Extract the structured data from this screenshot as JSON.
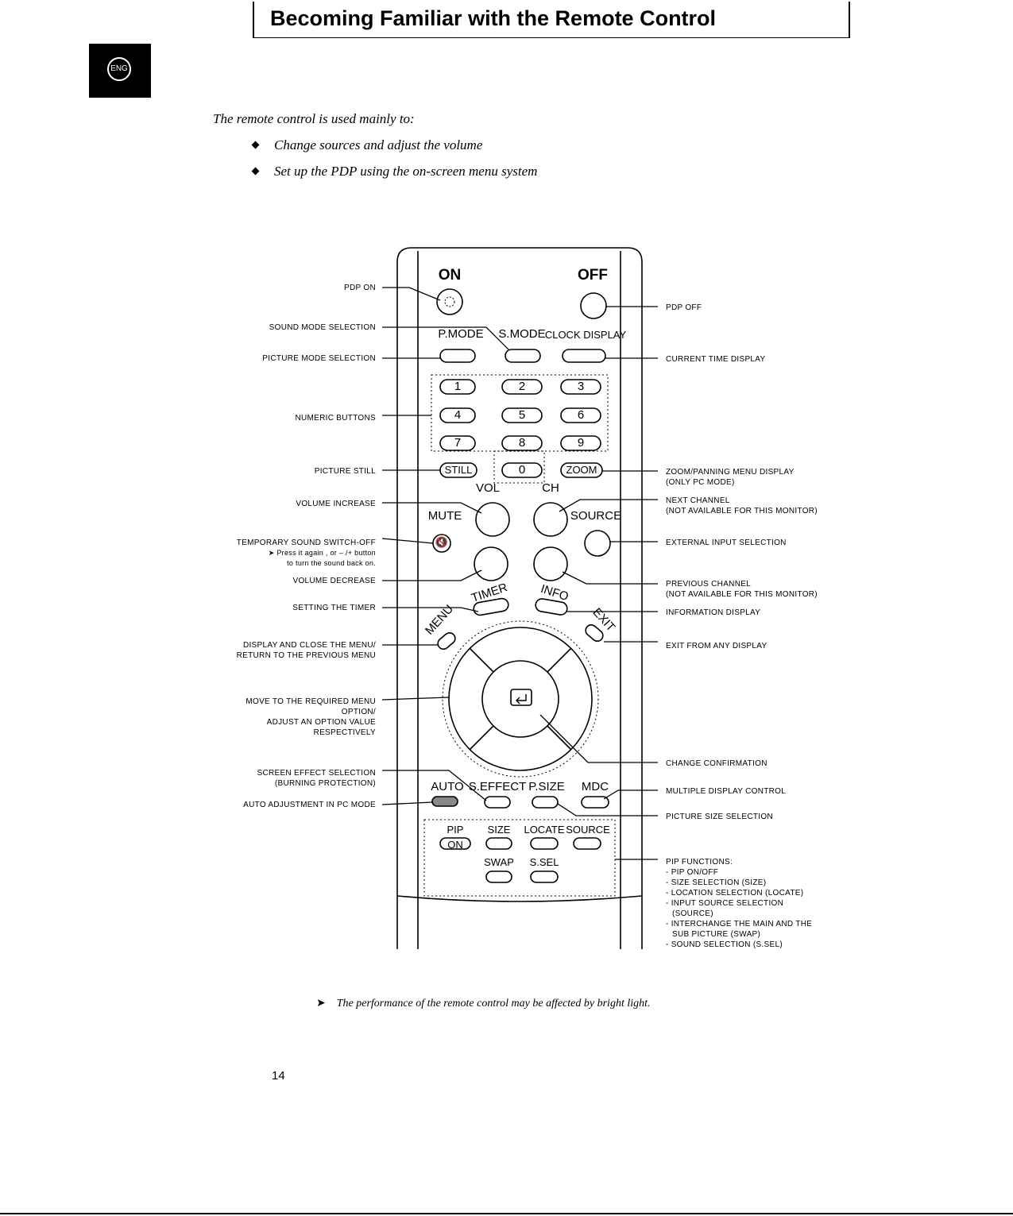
{
  "header": {
    "title": "Becoming Familiar with the Remote Control",
    "lang_badge": "ENG"
  },
  "intro": {
    "lead": "The remote control is used mainly to:",
    "bullets": [
      "Change sources and adjust the volume",
      "Set up the PDP using the on-screen menu system"
    ]
  },
  "remote": {
    "on": "ON",
    "off": "OFF",
    "pmode": "P.MODE",
    "smode": "S.MODE",
    "clock": "CLOCK DISPLAY",
    "digits": [
      "1",
      "2",
      "3",
      "4",
      "5",
      "6",
      "7",
      "8",
      "9",
      "0"
    ],
    "still": "STILL",
    "zoom": "ZOOM",
    "vol": "VOL",
    "ch": "CH",
    "mute": "MUTE",
    "source": "SOURCE",
    "timer": "TIMER",
    "info": "INFO",
    "menu": "MENU",
    "exit": "EXIT",
    "auto": "AUTO",
    "seffect": "S.EFFECT",
    "psize": "P.SIZE",
    "mdc": "MDC",
    "pip": "PIP",
    "pip_on": "ON",
    "size": "SIZE",
    "locate": "LOCATE",
    "pip_source": "SOURCE",
    "swap": "SWAP",
    "ssel": "S.SEL"
  },
  "callouts_left": {
    "pdp_on": "PDP ON",
    "sound_mode": "SOUND MODE SELECTION",
    "picture_mode": "PICTURE MODE SELECTION",
    "numeric": "NUMERIC BUTTONS",
    "still": "PICTURE STILL",
    "vol_up": "VOLUME INCREASE",
    "mute": "TEMPORARY SOUND SWITCH-OFF",
    "mute_note1": "Press it again , or – /+ button",
    "mute_note2": "to turn the sound back on.",
    "vol_down": "VOLUME DECREASE",
    "timer": "SETTING THE TIMER",
    "menu1": "DISPLAY AND CLOSE THE MENU/",
    "menu2": "RETURN TO THE PREVIOUS MENU",
    "move1": "MOVE TO THE REQUIRED MENU",
    "move2": "OPTION/",
    "move3": "ADJUST AN OPTION VALUE",
    "move4": "RESPECTIVELY",
    "seffect1": "SCREEN EFFECT SELECTION",
    "seffect2": "(BURNING PROTECTION)",
    "auto": "AUTO ADJUSTMENT IN PC MODE"
  },
  "callouts_right": {
    "pdp_off": "PDP OFF",
    "clock": "CURRENT TIME DISPLAY",
    "zoom1": "ZOOM/PANNING MENU DISPLAY",
    "zoom2": "(ONLY PC MODE)",
    "ch_up1": "NEXT CHANNEL",
    "ch_up2": "(NOT AVAILABLE FOR THIS MONITOR)",
    "source": "EXTERNAL INPUT SELECTION",
    "ch_down1": "PREVIOUS CHANNEL",
    "ch_down2": "(NOT AVAILABLE FOR THIS MONITOR)",
    "info": "INFORMATION DISPLAY",
    "exit": "EXIT FROM ANY DISPLAY",
    "enter": "CHANGE CONFIRMATION",
    "mdc": "MULTIPLE DISPLAY CONTROL",
    "psize": "PICTURE SIZE SELECTION",
    "pip_title": "PIP FUNCTIONS:",
    "pip1": "- PIP ON/OFF",
    "pip2": "- SIZE SELECTION (SIZE)",
    "pip3": "- LOCATION SELECTION (LOCATE)",
    "pip4": "- INPUT SOURCE SELECTION",
    "pip5": "(SOURCE)",
    "pip6": "- INTERCHANGE THE MAIN AND THE",
    "pip7": "SUB PICTURE (SWAP)",
    "pip8": "- SOUND SELECTION (S.SEL)"
  },
  "footer": {
    "note": "The performance of the remote control may be affected by bright light.",
    "page_number": "14"
  }
}
